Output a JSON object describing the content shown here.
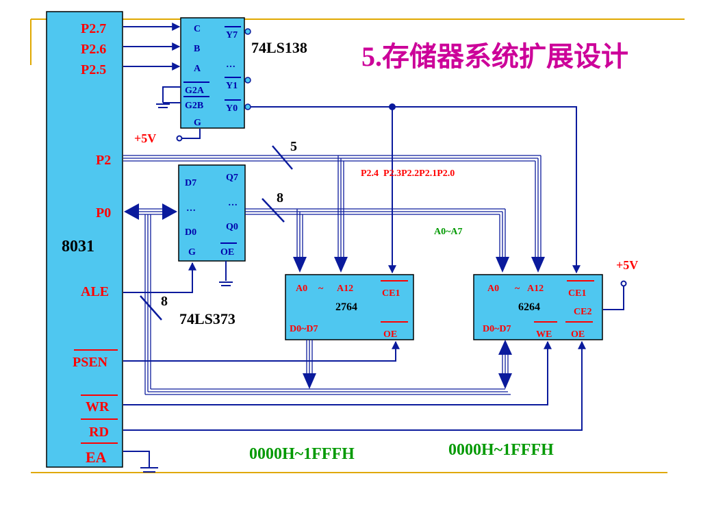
{
  "slide": {
    "title": "5.存储器系统扩展设计",
    "colors": {
      "title": "#cc0099",
      "wire": "#0a1a9c",
      "chip_fill": "#4fc7f0",
      "chip_stroke": "#000000",
      "pin_red": "#ff0000",
      "pin_blue": "#0000aa",
      "label_green": "#009900",
      "accent_gold": "#e0a800"
    }
  },
  "cpu": {
    "name": "8031",
    "pins": {
      "p27": "P2.7",
      "p26": "P2.6",
      "p25": "P2.5",
      "p2": "P2",
      "p0": "P0",
      "ale": "ALE",
      "psen": "PSEN",
      "wr": "WR",
      "rd": "RD",
      "ea": "EA"
    }
  },
  "decoder": {
    "name": "74LS138",
    "inputs": {
      "c": "C",
      "b": "B",
      "a": "A",
      "g2a": "G2A",
      "g2b": "G2B",
      "g": "G"
    },
    "outputs": {
      "y7": "Y7",
      "dots": "…",
      "y1": "Y1",
      "y0": "Y0"
    }
  },
  "latch": {
    "name": "74LS373",
    "pins": {
      "d7": "D7",
      "dots_d": "…",
      "d0": "D0",
      "g": "G",
      "q7": "Q7",
      "dots_q": "…",
      "q0": "Q0",
      "oe": "OE"
    }
  },
  "eprom": {
    "name": "2764",
    "pins": {
      "a0": "A0",
      "tilde": "~",
      "a12": "A12",
      "ce1": "CE1",
      "d0d7": "D0~D7",
      "oe": "OE"
    },
    "range": "0000H~1FFFH"
  },
  "sram": {
    "name": "6264",
    "pins": {
      "a0": "A0",
      "tilde": "~",
      "a12": "A12",
      "ce1": "CE1",
      "ce2": "CE2",
      "d0d7": "D0~D7",
      "we": "WE",
      "oe": "OE"
    },
    "range": "0000H~1FFFH"
  },
  "labels": {
    "vcc_top": "+5V",
    "vcc_right": "+5V",
    "bus5": "5",
    "bus8_top": "8",
    "bus8_left": "8",
    "p2_lines": "P2.4  P2.3P2.2P2.1P2.0",
    "a0a7": "A0~A7"
  }
}
